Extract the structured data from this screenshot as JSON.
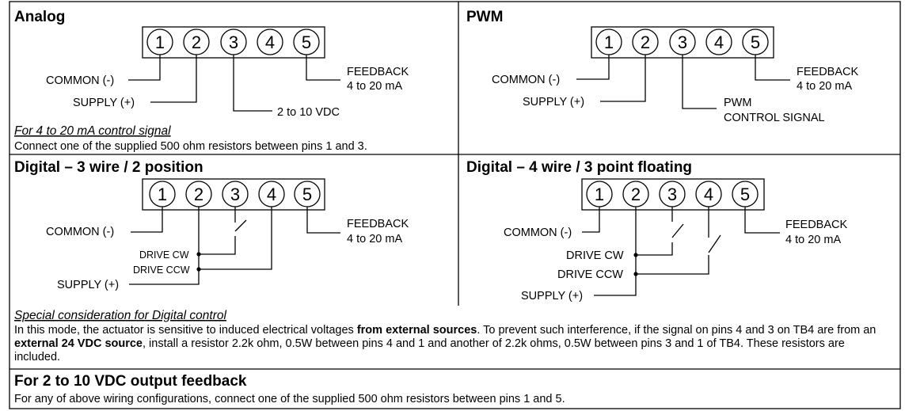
{
  "analog": {
    "title": "Analog",
    "pins": [
      "1",
      "2",
      "3",
      "4",
      "5"
    ],
    "common": "COMMON (-)",
    "supply": "SUPPLY (+)",
    "signal": "2 to 10 VDC",
    "feedback": "FEEDBACK",
    "feedback_range": "4 to 20 mA",
    "note_title": "For 4 to 20 mA control signal",
    "note_text": "Connect one of the supplied 500 ohm resistors between pins 1 and 3."
  },
  "pwm": {
    "title": "PWM",
    "pins": [
      "1",
      "2",
      "3",
      "4",
      "5"
    ],
    "common": "COMMON (-)",
    "supply": "SUPPLY (+)",
    "signal_line1": "PWM",
    "signal_line2": "CONTROL SIGNAL",
    "feedback": "FEEDBACK",
    "feedback_range": "4 to 20 mA"
  },
  "digital3": {
    "title": "Digital – 3 wire / 2 position",
    "pins": [
      "1",
      "2",
      "3",
      "4",
      "5"
    ],
    "common": "COMMON (-)",
    "drive_cw": "DRIVE CW",
    "drive_ccw": "DRIVE CCW",
    "supply": "SUPPLY (+)",
    "feedback": "FEEDBACK",
    "feedback_range": "4 to 20 mA"
  },
  "digital4": {
    "title": "Digital – 4 wire / 3 point floating",
    "pins": [
      "1",
      "2",
      "3",
      "4",
      "5"
    ],
    "common": "COMMON (-)",
    "drive_cw": "DRIVE CW",
    "drive_ccw": "DRIVE CCW",
    "supply": "SUPPLY (+)",
    "feedback": "FEEDBACK",
    "feedback_range": "4 to 20 mA"
  },
  "special": {
    "title": "Special consideration for Digital control",
    "p1": "In this mode, the actuator is sensitive to induced electrical voltages ",
    "b1": "from external sources",
    "p2": ". To prevent such interference, if the signal on pins 4 and 3 on TB4 are from an ",
    "b2": "external 24 VDC source",
    "p3": ", install a resistor 2.2k ohm, 0.5W between pins 4 and 1 and another of 2.2k ohms, 0.5W between pins 3 and 1 of TB4. These resistors are included."
  },
  "output": {
    "title": "For 2 to 10 VDC output feedback",
    "text": "For any of above wiring configurations, connect one of the supplied 500 ohm resistors between pins 1 and 5."
  }
}
